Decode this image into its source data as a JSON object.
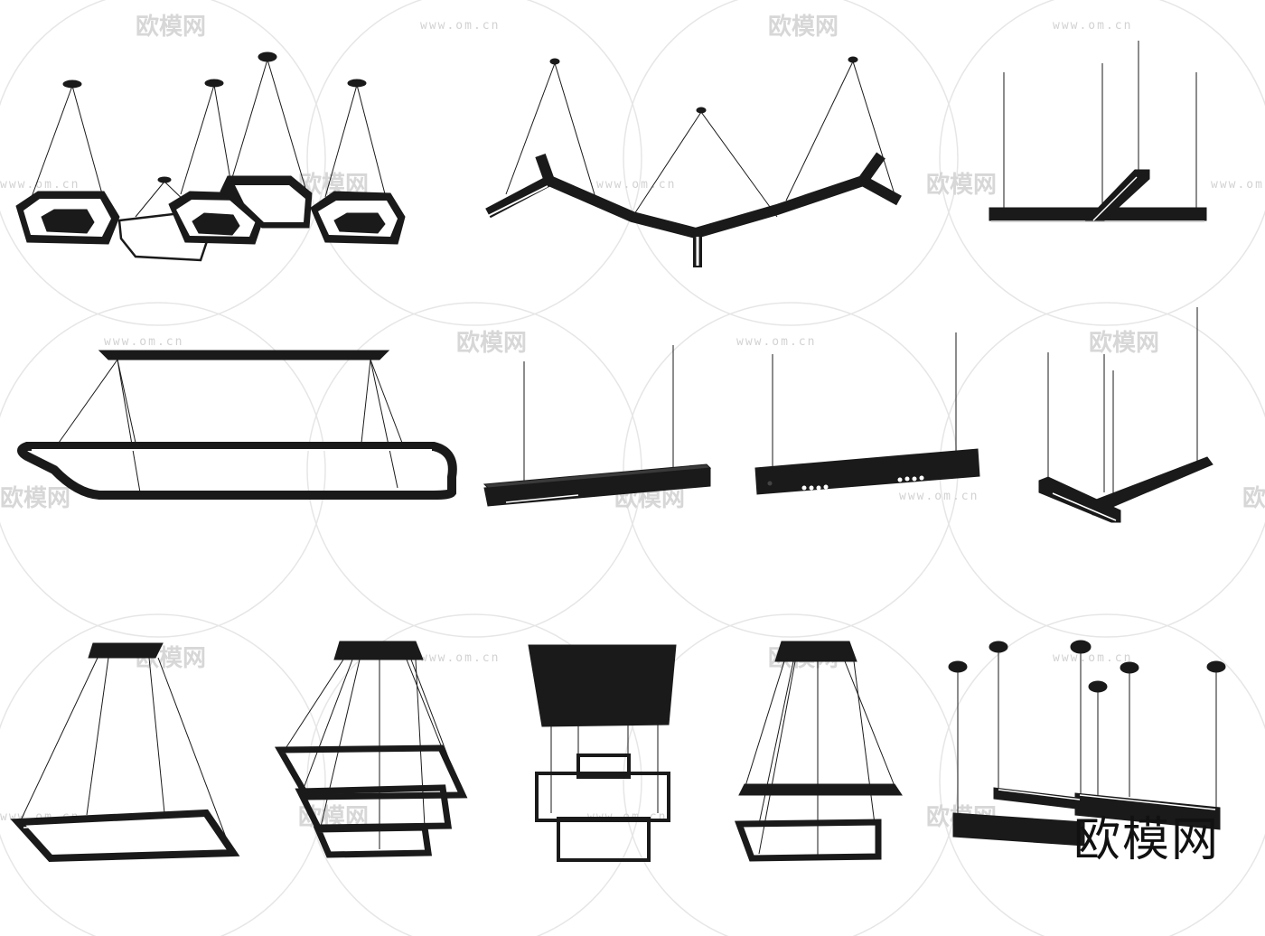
{
  "watermark": {
    "brand": "欧模网",
    "url": "www.om.cn"
  },
  "caption": "欧模网",
  "products": [
    {
      "name": "hexagon-cluster-pendant"
    },
    {
      "name": "y-branch-linear-pendant"
    },
    {
      "name": "t-cross-linear-pendant"
    },
    {
      "name": "rounded-rectangle-ring-pendant"
    },
    {
      "name": "linear-bar-pendant"
    },
    {
      "name": "linear-spotlight-bar-pendant"
    },
    {
      "name": "l-shape-linear-pendant"
    },
    {
      "name": "single-square-ring-pendant"
    },
    {
      "name": "triple-square-ring-pendant"
    },
    {
      "name": "vertical-square-frames-pendant"
    },
    {
      "name": "double-square-ring-pendant"
    },
    {
      "name": "staggered-linear-pendants"
    }
  ],
  "colors": {
    "ink": "#1a1a1a",
    "light": "#ffffff",
    "watermark": "#d7d7d7"
  }
}
